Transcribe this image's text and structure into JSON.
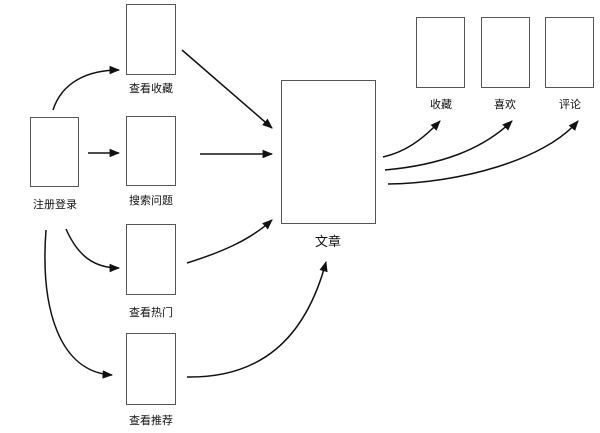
{
  "diagram": {
    "nodes": {
      "register_login": {
        "label": "注册登录"
      },
      "view_favorites": {
        "label": "查看收藏"
      },
      "search_questions": {
        "label": "搜索问题"
      },
      "view_hot": {
        "label": "查看热门"
      },
      "view_recommended": {
        "label": "查看推荐"
      },
      "article": {
        "label": "文章"
      },
      "favorite": {
        "label": "收藏"
      },
      "like": {
        "label": "喜欢"
      },
      "comment": {
        "label": "评论"
      }
    },
    "edges": [
      {
        "from": "register_login",
        "to": "view_favorites"
      },
      {
        "from": "register_login",
        "to": "search_questions"
      },
      {
        "from": "register_login",
        "to": "view_hot"
      },
      {
        "from": "register_login",
        "to": "view_recommended"
      },
      {
        "from": "view_favorites",
        "to": "article"
      },
      {
        "from": "search_questions",
        "to": "article"
      },
      {
        "from": "view_hot",
        "to": "article"
      },
      {
        "from": "view_recommended",
        "to": "article"
      },
      {
        "from": "article",
        "to": "favorite"
      },
      {
        "from": "article",
        "to": "like"
      },
      {
        "from": "article",
        "to": "comment"
      }
    ],
    "colors": {
      "line": "#111111",
      "box_border": "#555555"
    }
  }
}
